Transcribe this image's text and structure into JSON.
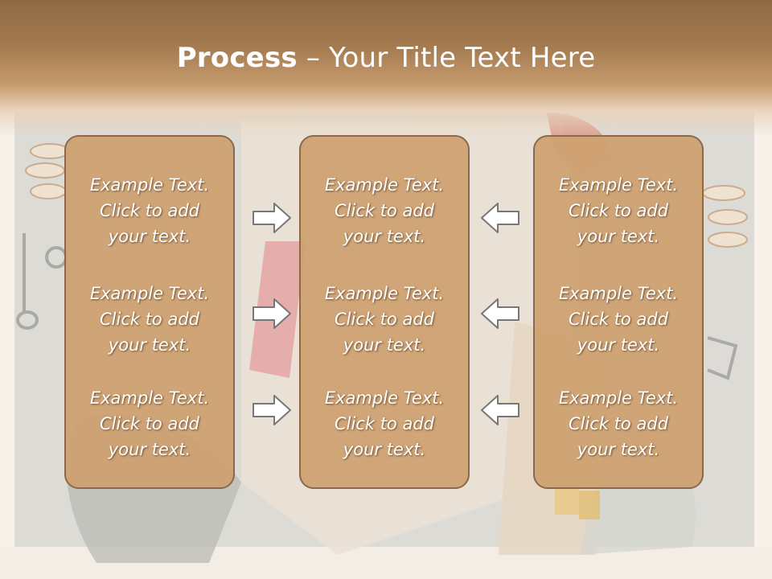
{
  "slide": {
    "title_bold": "Process",
    "title_rest": " – Your Title Text Here"
  },
  "columns": [
    {
      "items": [
        {
          "text": "Example Text.\nClick  to add\nyour text."
        },
        {
          "text": "Example Text.\nClick  to add\nyour text."
        },
        {
          "text": "Example Text.\nClick  to add\nyour text."
        }
      ]
    },
    {
      "items": [
        {
          "text": "Example Text.\nClick  to add\nyour text."
        },
        {
          "text": "Example Text.\nClick  to add\nyour text."
        },
        {
          "text": "Example Text.\nClick  to add\nyour text."
        }
      ]
    },
    {
      "items": [
        {
          "text": "Example Text.\nClick  to add\nyour text."
        },
        {
          "text": "Example Text.\nClick  to add\nyour text."
        },
        {
          "text": "Example Text.\nClick  to add\nyour text."
        }
      ]
    }
  ],
  "arrows": {
    "left_group": "right-arrow-icon",
    "right_group": "left-arrow-icon"
  },
  "colors": {
    "title_band": "#a57b50",
    "box_fill": "#cda070",
    "box_border": "#8a6a4b",
    "text": "#ffffff",
    "arrow_fill": "#ffffff",
    "arrow_stroke": "#777777"
  }
}
